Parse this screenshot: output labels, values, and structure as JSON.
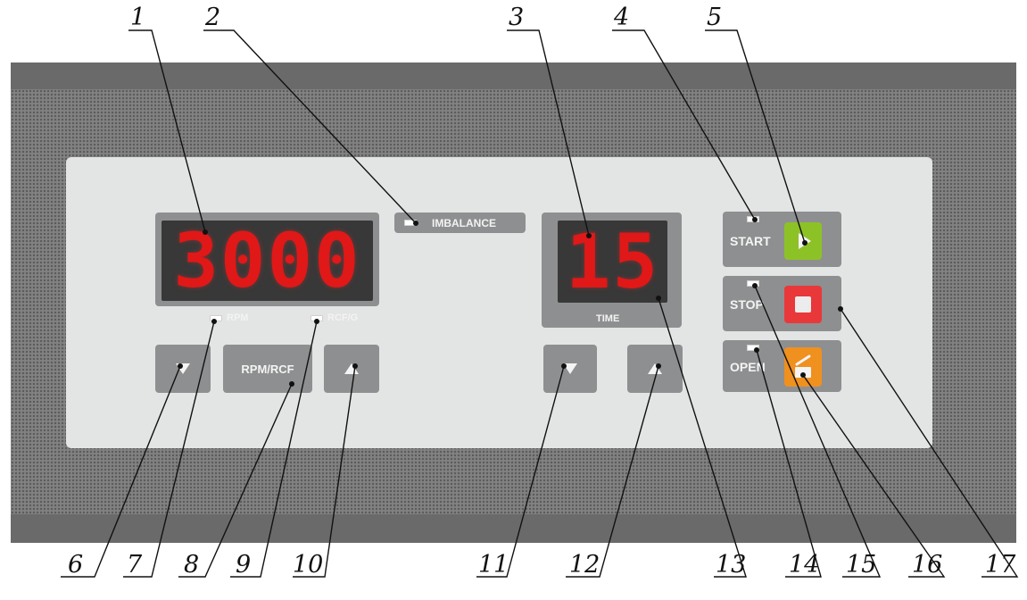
{
  "rpm_display": {
    "value": "3000",
    "indicator_rpm": "RPM",
    "indicator_rcf": "RCF/G"
  },
  "imbalance": {
    "label": "IMBALANCE"
  },
  "time_display": {
    "value": "15",
    "label": "TIME"
  },
  "buttons": {
    "rpm_rcf": "RPM/RCF",
    "down_icon": "triangle-down-icon",
    "up_icon": "triangle-up-icon"
  },
  "controls": {
    "start": {
      "label": "START",
      "icon": "play-icon",
      "color": "#8dc227"
    },
    "stop": {
      "label": "STOP",
      "icon": "stop-icon",
      "color": "#e8383a"
    },
    "open": {
      "label": "OPEN",
      "icon": "lid-open-icon",
      "color": "#f0901e"
    }
  },
  "callouts": [
    "1",
    "2",
    "3",
    "4",
    "5",
    "6",
    "7",
    "8",
    "9",
    "10",
    "11",
    "12",
    "13",
    "14",
    "15",
    "16",
    "17"
  ],
  "colors": {
    "frame": "#6a6a6a",
    "panel": "#e3e4e4",
    "display_digits": "#e01818",
    "display_bg": "#383838"
  }
}
